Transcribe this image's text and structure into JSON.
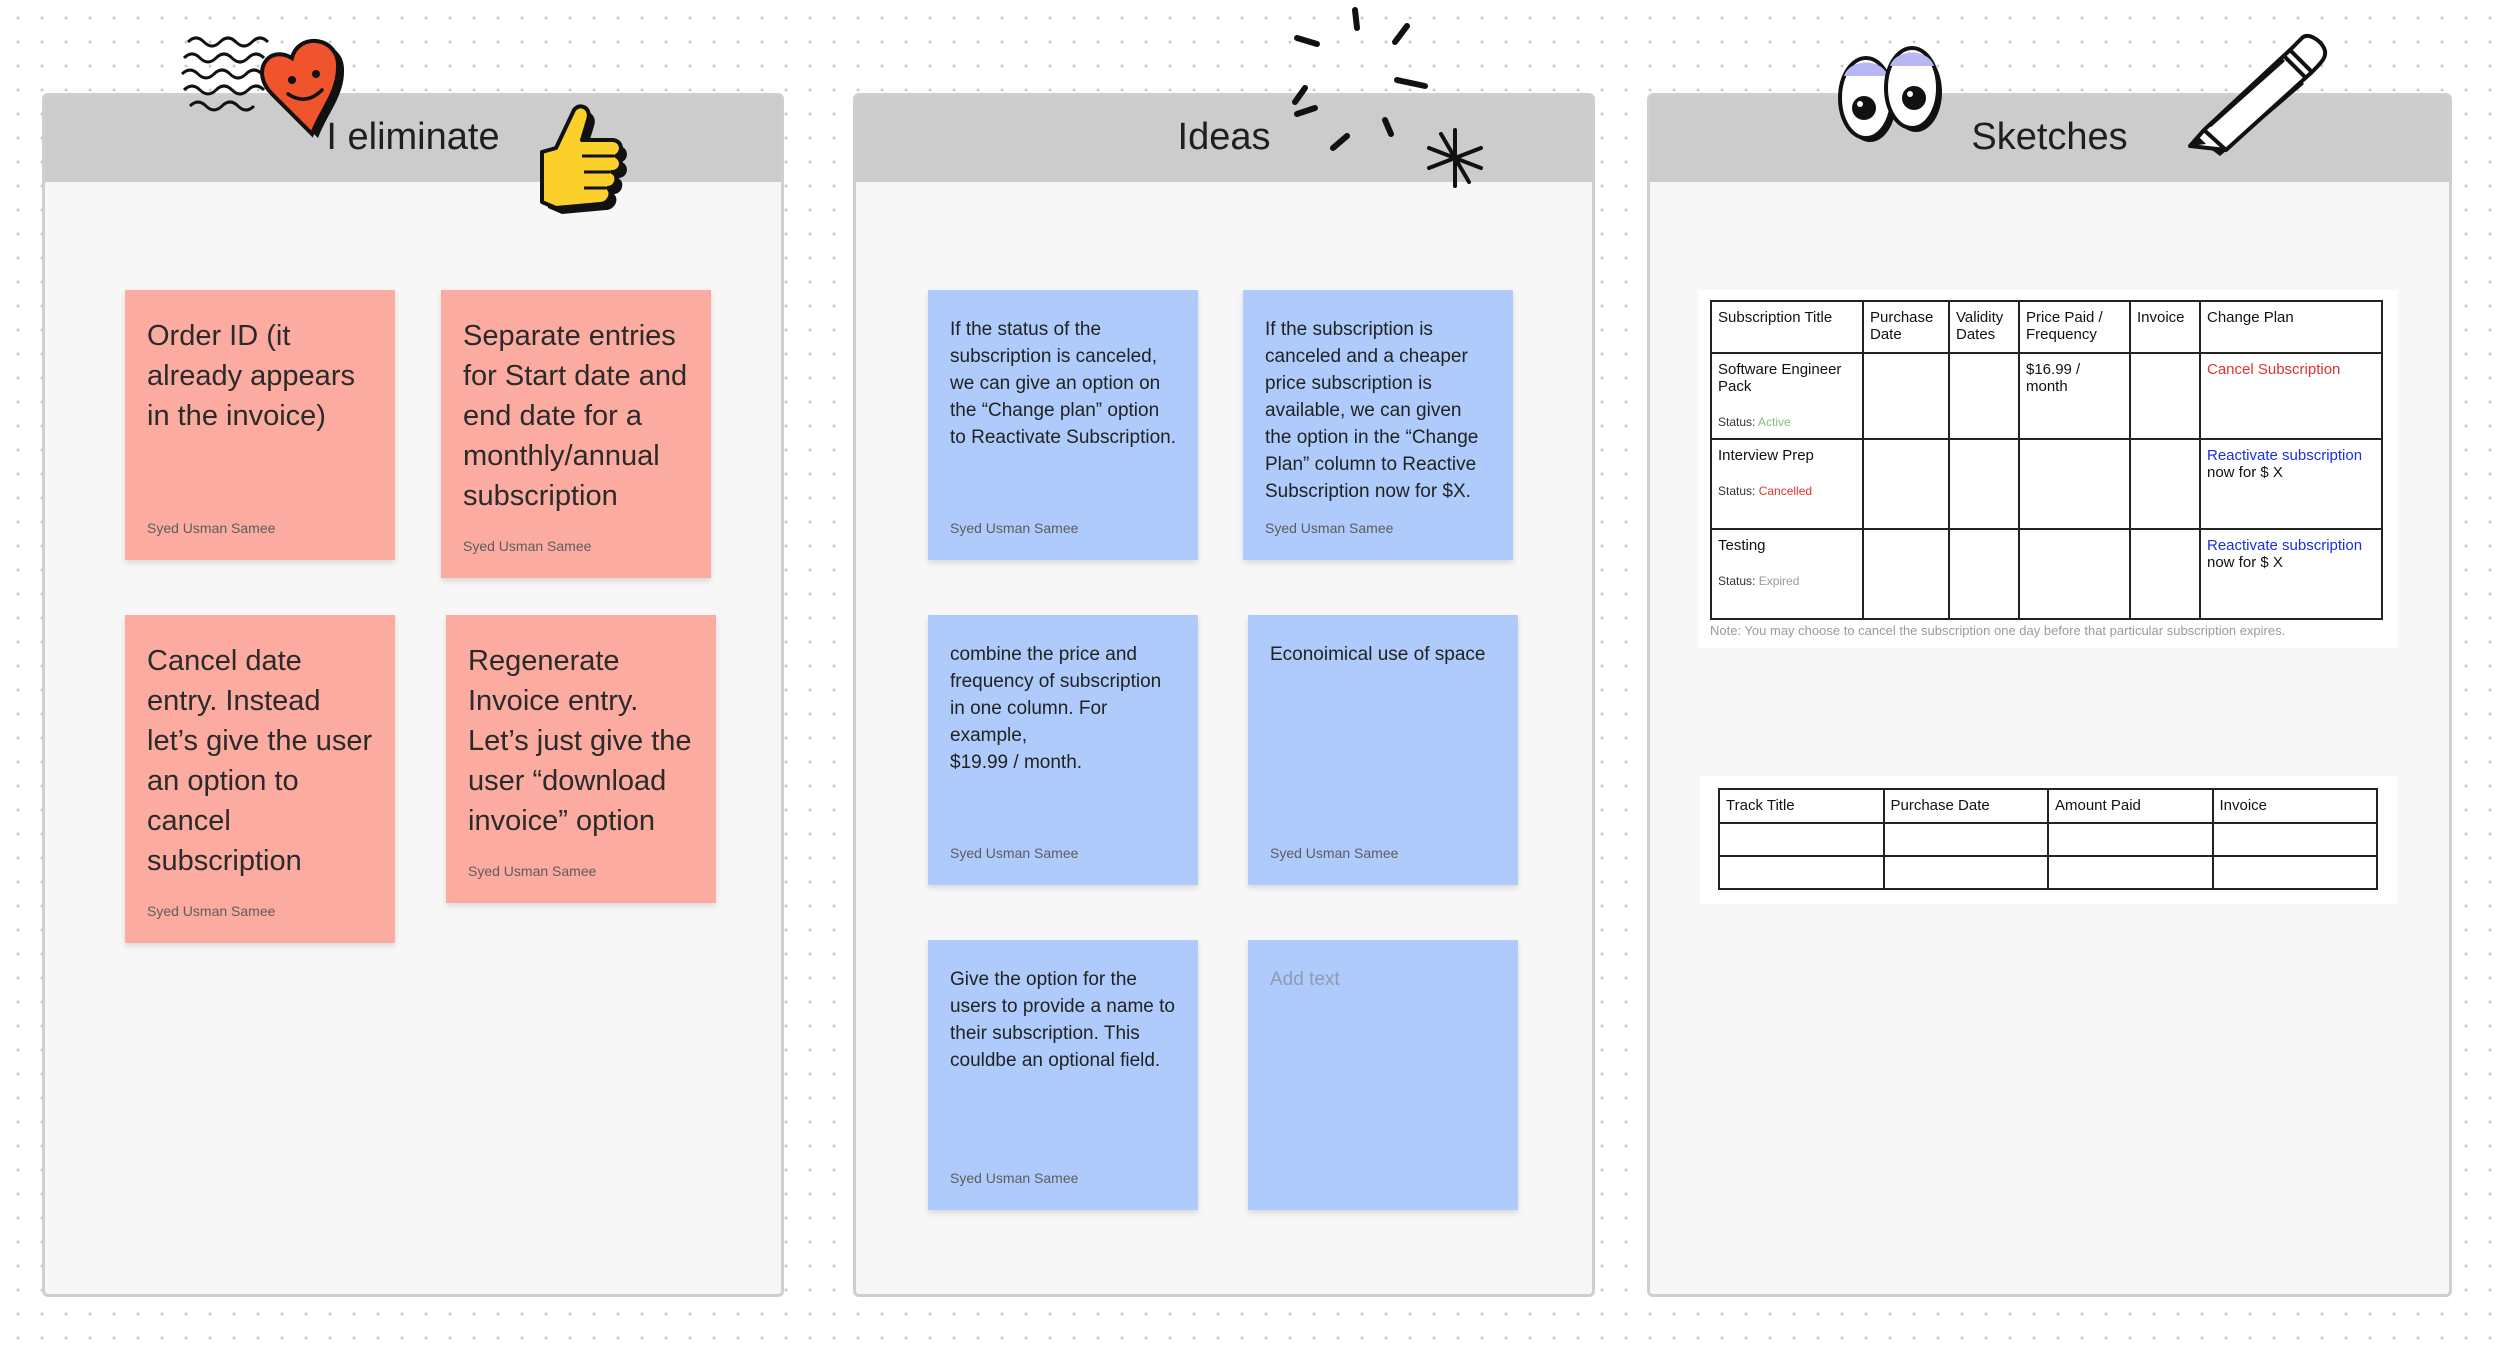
{
  "sections": [
    {
      "title": "I eliminate"
    },
    {
      "title": "Ideas"
    },
    {
      "title": "Sketches"
    }
  ],
  "eliminate_notes": [
    {
      "text": "Order ID (it already appears in the invoice)",
      "author": "Syed Usman Samee"
    },
    {
      "text": "Separate entries for Start date and end date for a monthly/annual subscription",
      "author": "Syed Usman Samee"
    },
    {
      "text": "Cancel date entry. Instead let’s give the user an option to cancel subscription",
      "author": "Syed Usman Samee"
    },
    {
      "text": "Regenerate Invoice entry. Let’s just give the user “download invoice” option",
      "author": "Syed Usman Samee"
    }
  ],
  "idea_notes": [
    {
      "text": "If the status of the subscription is canceled, we can give an option on the “Change plan” option to Reactivate Subscription.",
      "author": "Syed Usman Samee"
    },
    {
      "text": "If the subscription is canceled and a cheaper price subscription is available, we can given the option in the “Change Plan” column to Reactive Subscription now for $X.",
      "author": "Syed Usman Samee"
    },
    {
      "text": "combine the price and frequency of subscription in one column. For example,\n$19.99 / month.",
      "author": "Syed Usman Samee"
    },
    {
      "text": "Econoimical use of space",
      "author": "Syed Usman Samee"
    },
    {
      "text": "Give the option for the users to provide a name to their subscription. This couldbe an optional field.",
      "author": "Syed Usman Samee"
    },
    {
      "placeholder": "Add text"
    }
  ],
  "subscription_table": {
    "headers": [
      "Subscription Title",
      "Purchase Date",
      "Validity Dates",
      "Price Paid / Frequency",
      "Invoice",
      "Change Plan"
    ],
    "status_label": "Status:",
    "rows": [
      {
        "title": "Software Engineer Pack",
        "status": "Active",
        "price": "$16.99 / month",
        "action_link": "Cancel Subscription",
        "action_suffix": ""
      },
      {
        "title": "Interview Prep",
        "status": "Cancelled",
        "price": "",
        "action_link": "Reactivate subscription",
        "action_suffix": "now for $ X"
      },
      {
        "title": "Testing",
        "status": "Expired",
        "price": "",
        "action_link": "Reactivate subscription",
        "action_suffix": "now for $ X"
      }
    ],
    "note": "Note: You may choose to cancel the subscription one day before that particular subscription expires."
  },
  "track_table": {
    "headers": [
      "Track Title",
      "Purchase Date",
      "Amount Paid",
      "Invoice"
    ]
  },
  "colors": {
    "red_sticky": "#fcaba0",
    "blue_sticky": "#aecbfb",
    "status_active": "#7cc56f",
    "status_cancelled": "#e3302f",
    "status_expired": "#9a9a9a",
    "link_blue": "#1a2fe0",
    "link_red": "#e3302f"
  },
  "stickers": [
    "heart-stamp-icon",
    "thumbs-up-icon",
    "sparkle-icon",
    "googly-eyes-icon",
    "pencil-icon"
  ]
}
